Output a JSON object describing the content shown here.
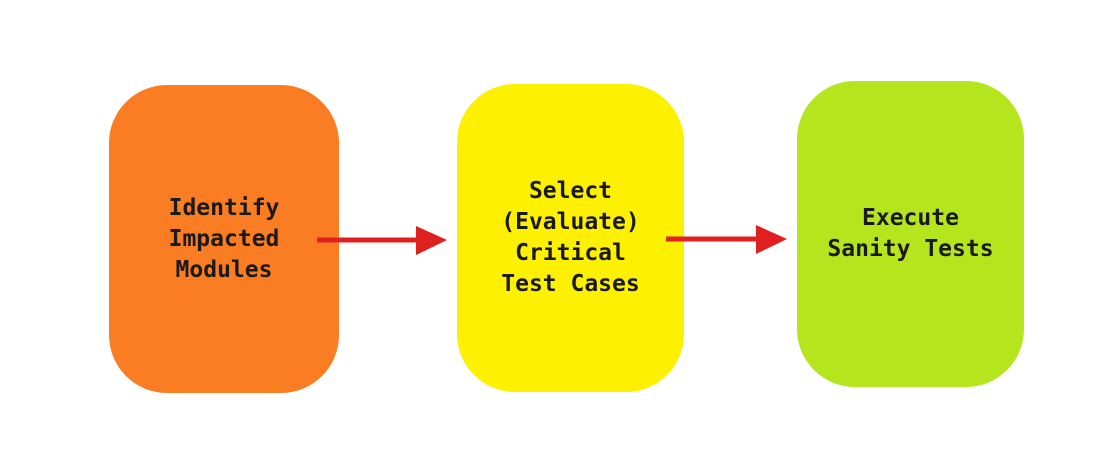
{
  "colors": {
    "step_1": "#fb7d23",
    "step_2": "#fdf000",
    "step_3": "#b5e51d",
    "arrow": "#e01f1f"
  },
  "steps": [
    {
      "label": "Identify\nImpacted\nModules"
    },
    {
      "label": "Select\n(Evaluate)\nCritical\nTest Cases"
    },
    {
      "label": "Execute\nSanity Tests"
    }
  ]
}
